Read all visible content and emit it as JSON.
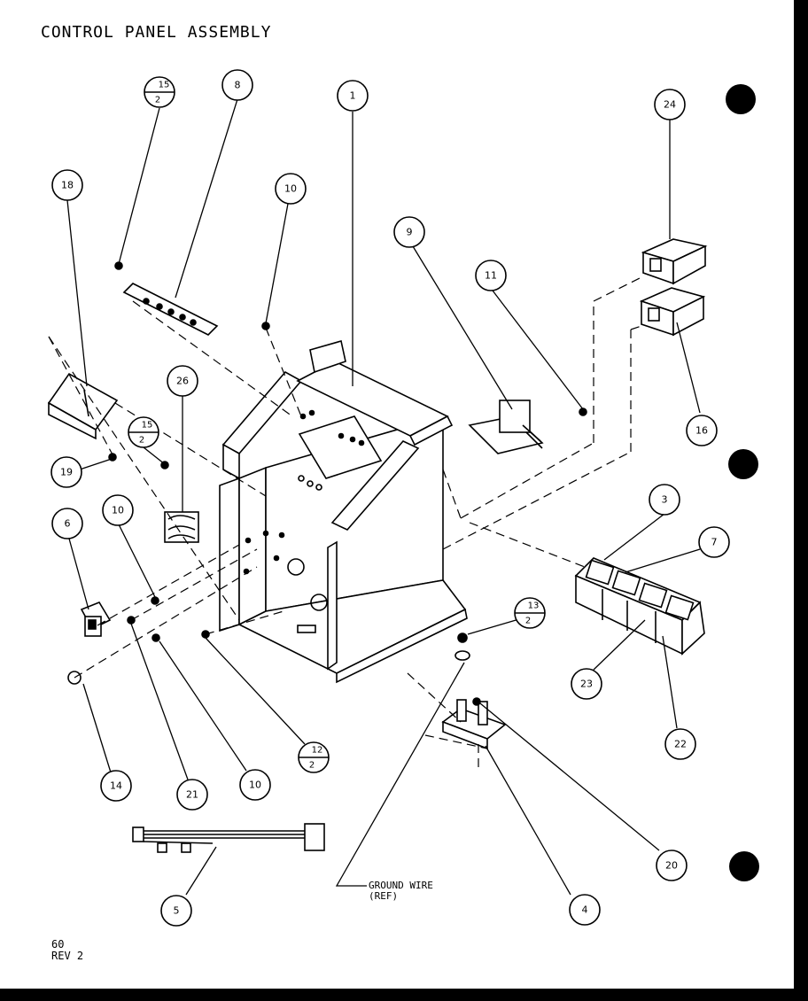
{
  "title": "CONTROL PANEL ASSEMBLY",
  "footer": {
    "page": "60",
    "revision": "REV 2"
  },
  "ground_wire": {
    "line1": "GROUND WIRE",
    "line2": "(REF)"
  },
  "callouts": {
    "c15a": {
      "top": "15",
      "bottom": "2"
    },
    "c8": "8",
    "c1": "1",
    "c24": "24",
    "c18": "18",
    "c10a": "10",
    "c9": "9",
    "c11": "11",
    "c26": "26",
    "c15b": {
      "top": "15",
      "bottom": "2"
    },
    "c16": "16",
    "c19": "19",
    "c3": "3",
    "c6": "6",
    "c10b": "10",
    "c7": "7",
    "c13": {
      "top": "13",
      "bottom": "2"
    },
    "c23": "23",
    "c12": {
      "top": "12",
      "bottom": "2"
    },
    "c22": "22",
    "c14": "14",
    "c21": "21",
    "c10c": "10",
    "c20": "20",
    "c5": "5",
    "c4": "4"
  },
  "colors": {
    "ink": "#000000",
    "paper": "#ffffff"
  }
}
